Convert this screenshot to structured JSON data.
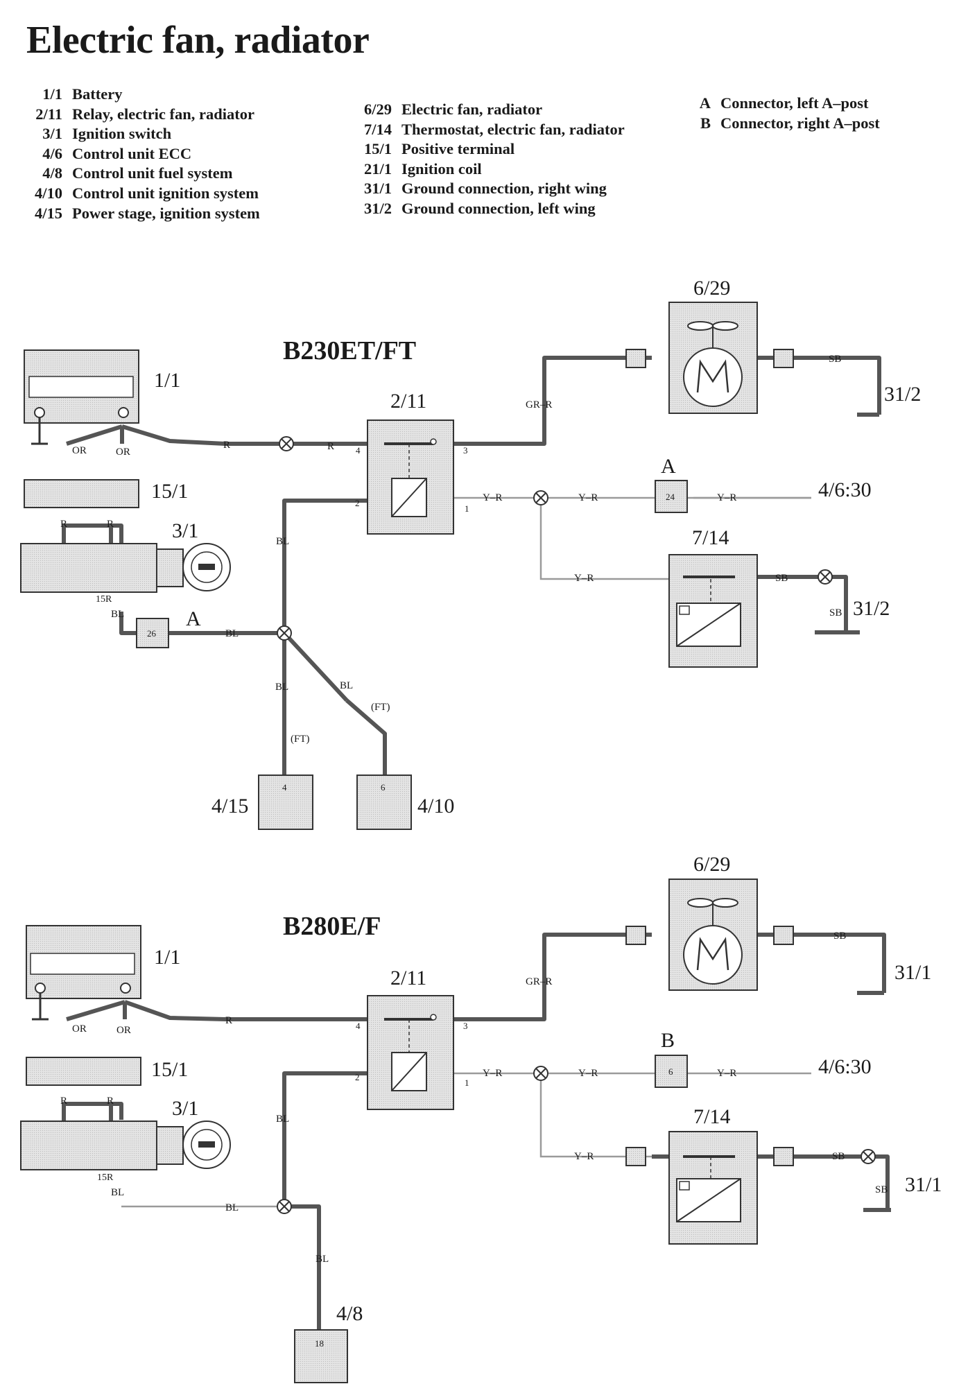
{
  "title": "Electric fan, radiator",
  "legend": {
    "col1": [
      {
        "code": "1/1",
        "label": "Battery"
      },
      {
        "code": "2/11",
        "label": "Relay, electric fan, radiator"
      },
      {
        "code": "3/1",
        "label": "Ignition switch"
      },
      {
        "code": "4/6",
        "label": "Control unit ECC"
      },
      {
        "code": "4/8",
        "label": "Control unit fuel system"
      },
      {
        "code": "4/10",
        "label": "Control unit ignition system"
      },
      {
        "code": "4/15",
        "label": "Power stage, ignition system"
      }
    ],
    "col2": [
      {
        "code": "6/29",
        "label": "Electric fan, radiator"
      },
      {
        "code": "7/14",
        "label": "Thermostat, electric fan, radiator"
      },
      {
        "code": "15/1",
        "label": "Positive terminal"
      },
      {
        "code": "21/1",
        "label": "Ignition coil"
      },
      {
        "code": "31/1",
        "label": "Ground connection, right wing"
      },
      {
        "code": "31/2",
        "label": "Ground connection, left wing"
      }
    ],
    "col3": [
      {
        "code": "A",
        "label": "Connector, left A–post"
      },
      {
        "code": "B",
        "label": "Connector, right A–post"
      }
    ]
  },
  "diagram1": {
    "engine": "B230ET/FT",
    "battery": "1/1",
    "positive_terminal": "15/1",
    "ignition_switch": "3/1",
    "relay": "2/11",
    "fan": "6/29",
    "thermostat": "7/14",
    "ground_fan": "31/2",
    "ground_thermostat": "31/2",
    "ecc": "4/6:30",
    "connector_top": "A",
    "connector_top_pin": "24",
    "connector_left": "A",
    "connector_left_pin": "26",
    "power_stage": "4/15",
    "power_stage_pin": "4",
    "ignition_unit": "4/10",
    "ignition_unit_pin": "6",
    "ft": "(FT)",
    "ignition_terminal": "15R",
    "relay_pins": {
      "p1": "1",
      "p2": "2",
      "p3": "3",
      "p4": "4"
    },
    "wires": {
      "or": "OR",
      "r": "R",
      "bl": "BL",
      "gr_r": "GR–R",
      "y_r": "Y–R",
      "sb": "SB"
    }
  },
  "diagram2": {
    "engine": "B280E/F",
    "battery": "1/1",
    "positive_terminal": "15/1",
    "ignition_switch": "3/1",
    "relay": "2/11",
    "fan": "6/29",
    "thermostat": "7/14",
    "ground_fan": "31/1",
    "ground_thermostat": "31/1",
    "ecc": "4/6:30",
    "connector_top": "B",
    "connector_top_pin": "6",
    "fuel_unit": "4/8",
    "fuel_unit_pin": "18",
    "ignition_terminal": "15R",
    "relay_pins": {
      "p1": "1",
      "p2": "2",
      "p3": "3",
      "p4": "4"
    },
    "wires": {
      "or": "OR",
      "r": "R",
      "bl": "BL",
      "gr_r": "GR–R",
      "y_r": "Y–R",
      "sb": "SB"
    }
  }
}
